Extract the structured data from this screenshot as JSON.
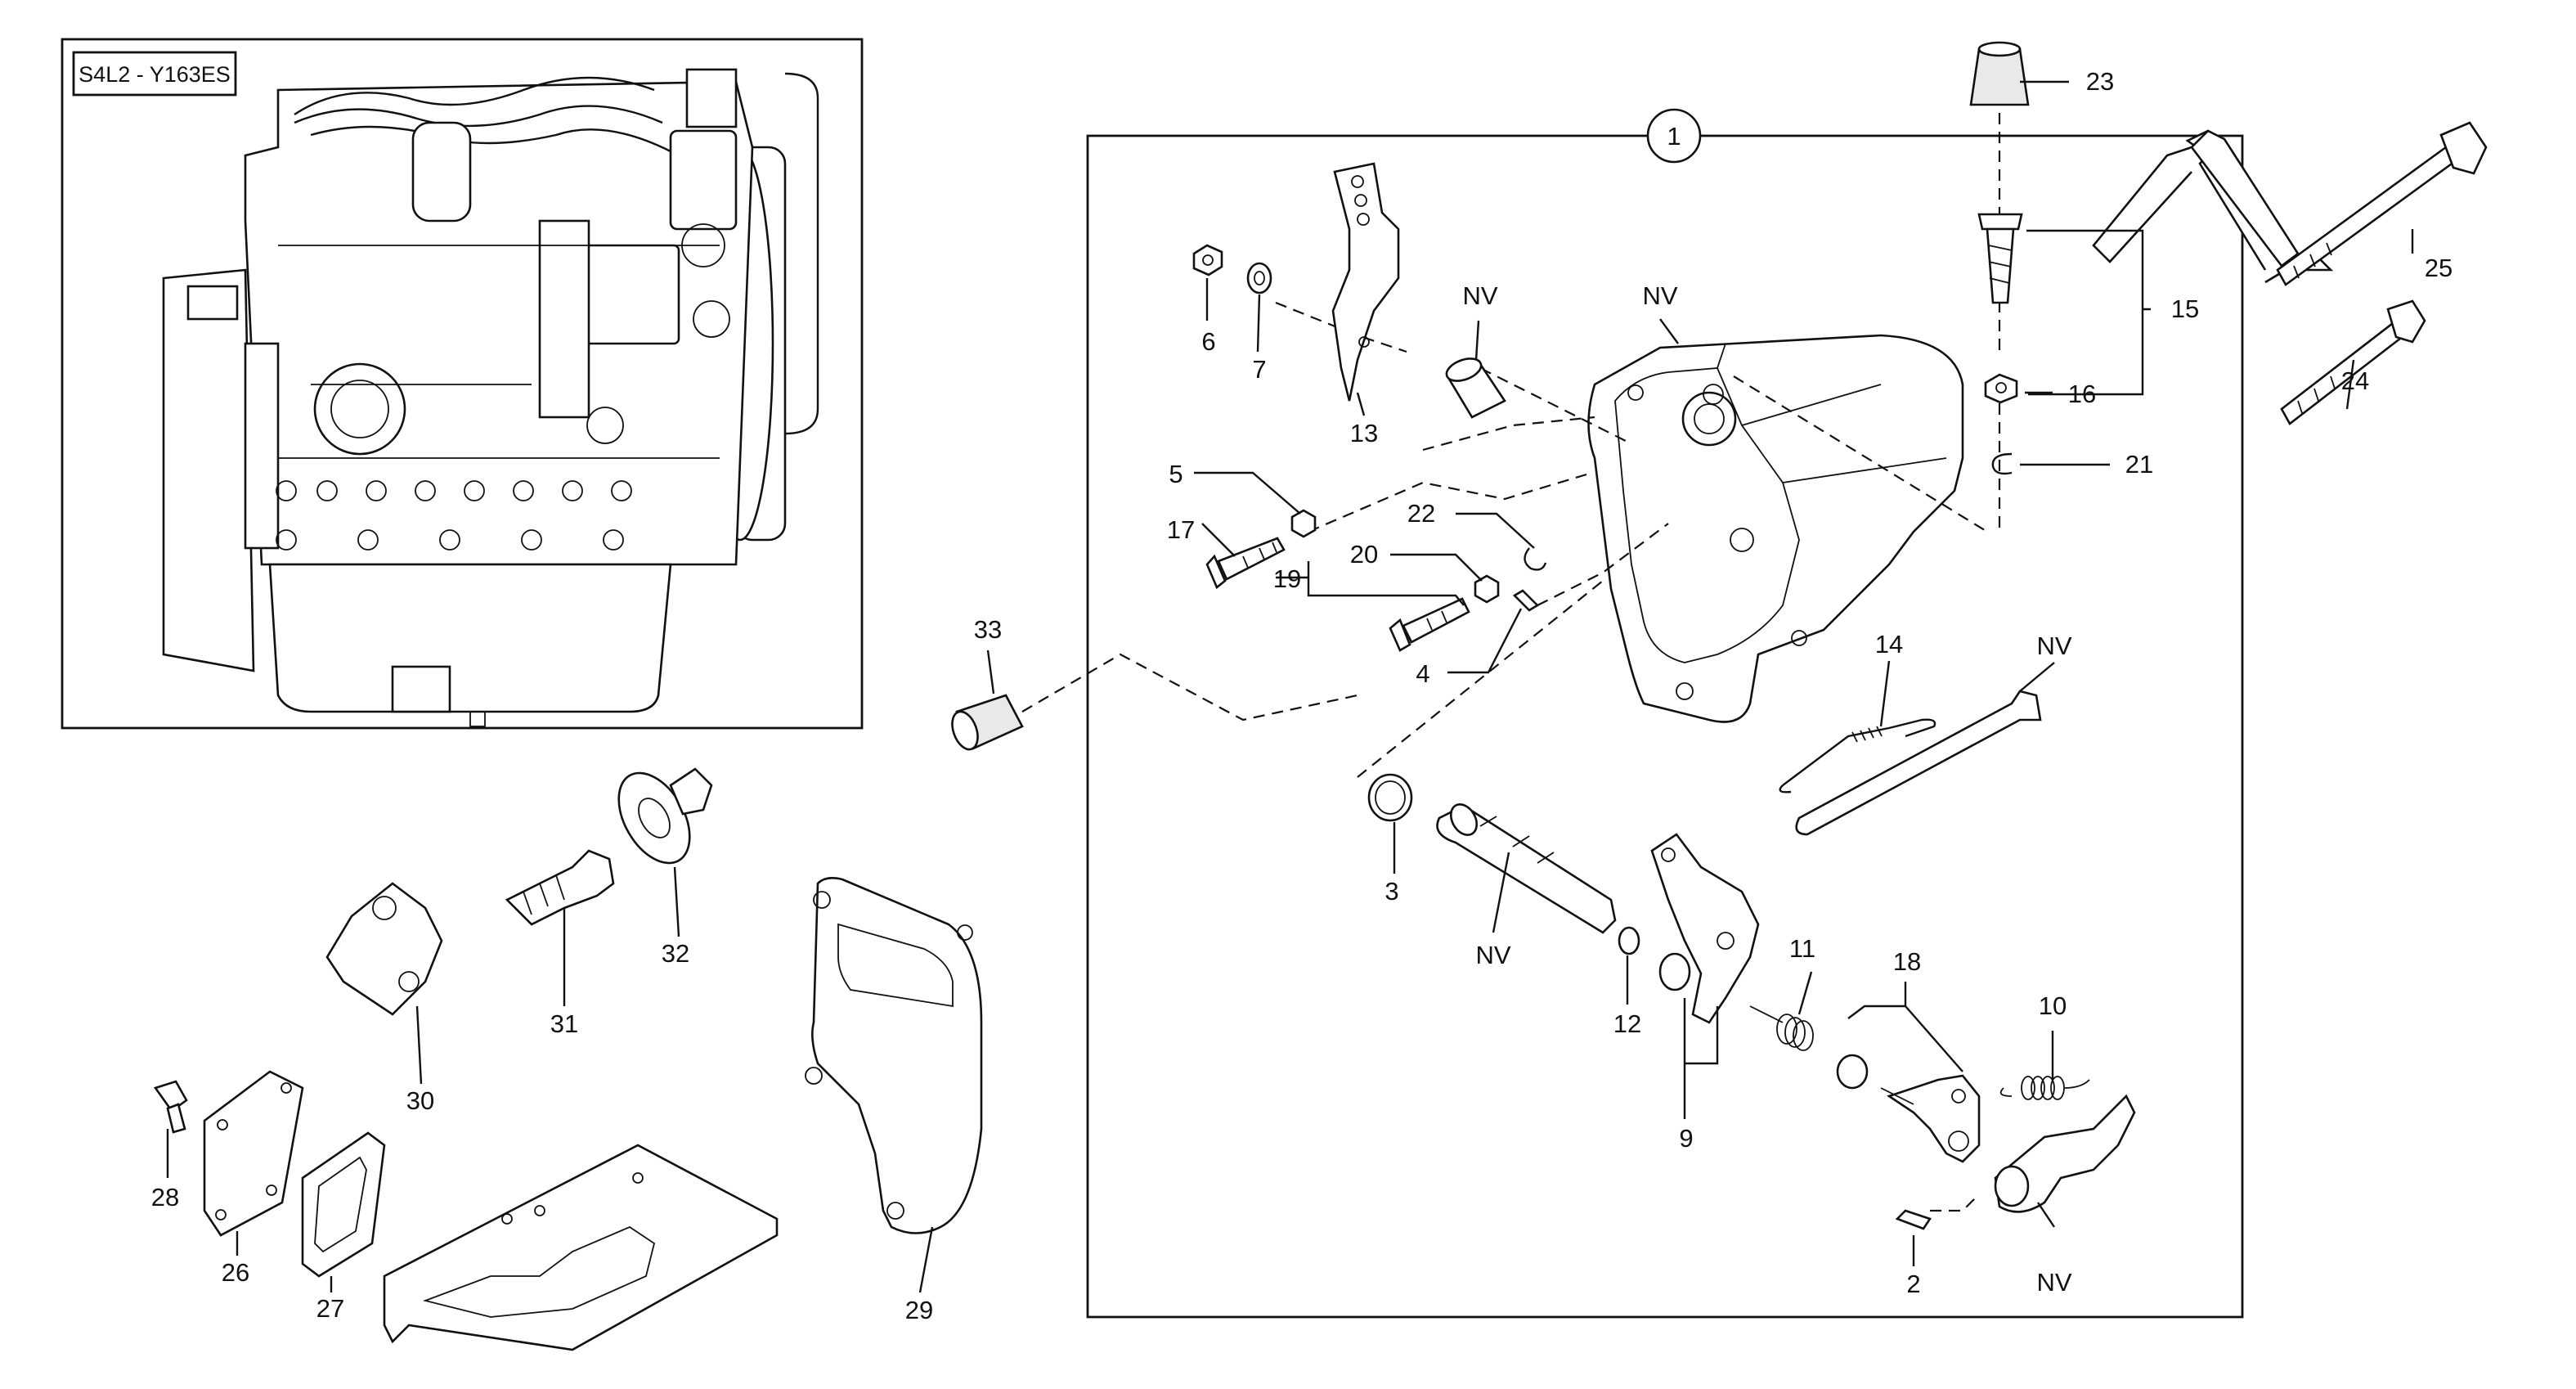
{
  "diagram": {
    "inset_title": "S4L2 - Y163ES",
    "group_label": "1",
    "labels": {
      "p2": "2",
      "p3": "3",
      "p4": "4",
      "p5": "5",
      "p6": "6",
      "p7": "7",
      "p9": "9",
      "p10": "10",
      "p11": "11",
      "p12": "12",
      "p13": "13",
      "p14": "14",
      "p15": "15",
      "p16": "16",
      "p17": "17",
      "p18": "18",
      "p19": "19",
      "p20": "20",
      "p21": "21",
      "p22": "22",
      "p23": "23",
      "p24": "24",
      "p25": "25",
      "p26": "26",
      "p27": "27",
      "p28": "28",
      "p29": "29",
      "p30": "30",
      "p31": "31",
      "p32": "32",
      "p33": "33",
      "nv1": "NV",
      "nv2": "NV",
      "nv3": "NV",
      "nv4": "NV",
      "nv5": "NV"
    }
  }
}
